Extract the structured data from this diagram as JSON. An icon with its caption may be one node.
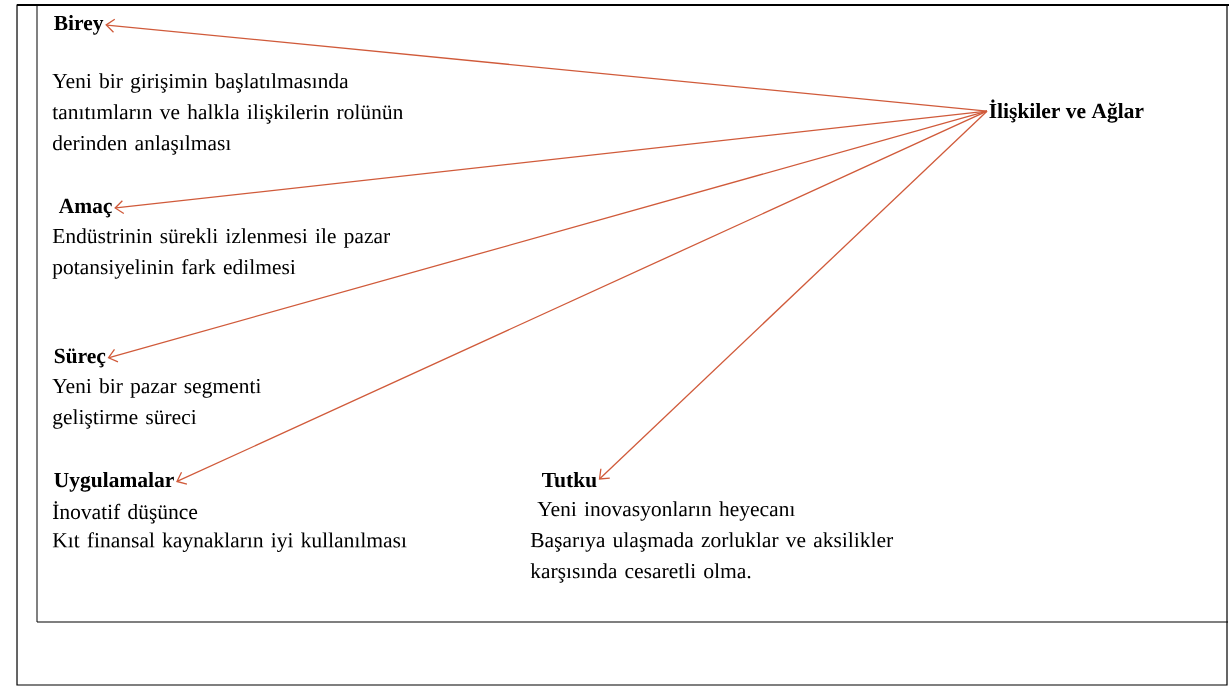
{
  "diagram": {
    "nodes": [
      {
        "text": [
          "Birey",
          "Yeni bir girişimin başlatılmasında tanıtımların ve halkla ilişkilerin rolünün derinden anlaşılması"
        ]
      },
      {
        "text": [
          "İlişkiler ve Ağlar"
        ]
      },
      {
        "text": [
          "Amaç",
          "Endüstrinin sürekli izlenmesi ile pazar potansiyelinin fark edilmesi"
        ]
      },
      {
        "text": [
          "Süreç",
          "Yeni bir pazar segmenti geliştirme süreci"
        ]
      },
      {
        "text": [
          "Uygulamalar",
          "İnovatif düşünce",
          "Kıt finansal kaynakların iyi kullanılması"
        ]
      },
      {
        "text": [
          "Tutku",
          "Yeni inovasyonların heyecanı",
          "Başarıya ulaşmada zorluklar ve aksilikler karşısında cesaretli olma."
        ]
      }
    ],
    "edges": [
      {
        "from": 1,
        "to": 0,
        "arrow": "to"
      },
      {
        "from": 1,
        "to": 2,
        "arrow": "to"
      },
      {
        "from": 1,
        "to": 3,
        "arrow": "to"
      },
      {
        "from": 1,
        "to": 4,
        "arrow": "to"
      },
      {
        "from": 1,
        "to": 5,
        "arrow": "to"
      }
    ]
  }
}
